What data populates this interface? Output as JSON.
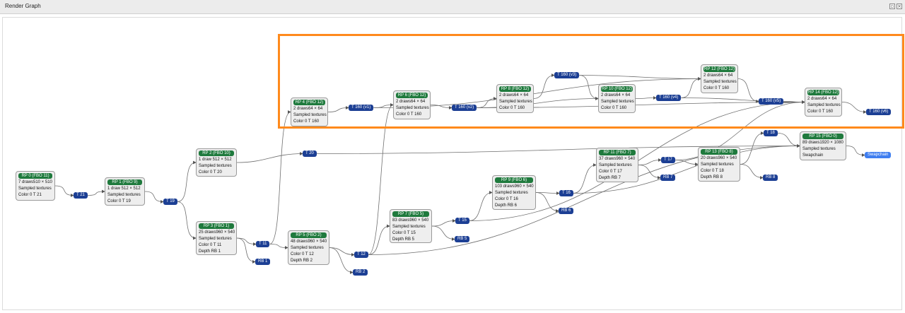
{
  "window": {
    "title": "Render Graph",
    "buttons": [
      "restore",
      "close"
    ]
  },
  "nodes": [
    {
      "id": "rp0",
      "header": "RP 0 (FBO 11)",
      "lines": [
        "7 draws510 × 510",
        "Sampled textures",
        "Color 0 T 21"
      ]
    },
    {
      "id": "rp1",
      "header": "RP 1 (FBO 9)",
      "lines": [
        "1 draw  512 × 512",
        "Sampled textures",
        "Color 0 T 19"
      ]
    },
    {
      "id": "rp2",
      "header": "RP 2 (FBO 10)",
      "lines": [
        "1 draw  512 × 512",
        "Sampled textures",
        "Color 0 T 20"
      ]
    },
    {
      "id": "rp3",
      "header": "RP 3 (FBO 1)",
      "lines": [
        "25 draws960 × 540",
        "Sampled textures",
        "Color 0    T 11",
        "Depth      RB 1"
      ]
    },
    {
      "id": "rp4",
      "header": "RP 4 (FBO 12)",
      "lines": [
        "2 draws64 × 64",
        "Sampled textures",
        "Color 0 T 160"
      ]
    },
    {
      "id": "rp5",
      "header": "RP 5 (FBO 2)",
      "lines": [
        "48 draws960 × 540",
        "Sampled textures",
        "Color 0    T 12",
        "Depth      RB 2"
      ]
    },
    {
      "id": "rp6",
      "header": "RP 6 (FBO 12)",
      "lines": [
        "2 draws64 × 64",
        "Sampled textures",
        "Color 0 T 160"
      ]
    },
    {
      "id": "rp7",
      "header": "RP 7 (FBO 5)",
      "lines": [
        "83 draws960 × 540",
        "Sampled textures",
        "Color 0    T 15",
        "Depth      RB 5"
      ]
    },
    {
      "id": "rp8",
      "header": "RP 8 (FBO 12)",
      "lines": [
        "2 draws64 × 64",
        "Sampled textures",
        "Color 0 T 160"
      ]
    },
    {
      "id": "rp9",
      "header": "RP 9 (FBO 6)",
      "lines": [
        "103 draws960 × 540",
        "Sampled textures",
        "Color 0    T 16",
        "Depth      RB 6"
      ]
    },
    {
      "id": "rp10",
      "header": "RP 10 (FBO 12)",
      "lines": [
        "2 draws64 × 64",
        "Sampled textures",
        "Color 0 T 160"
      ]
    },
    {
      "id": "rp11",
      "header": "RP 11 (FBO 7)",
      "lines": [
        "37 draws960 × 540",
        "Sampled textures",
        "Color 0    T 17",
        "Depth      RB 7"
      ]
    },
    {
      "id": "rp12",
      "header": "RP 12 (FBO 12)",
      "lines": [
        "2 draws64 × 64",
        "Sampled textures",
        "Color 0 T 160"
      ]
    },
    {
      "id": "rp13",
      "header": "RP 13 (FBO 8)",
      "lines": [
        "20 draws960 × 540",
        "Sampled textures",
        "Color 0    T 18",
        "Depth      RB 8"
      ]
    },
    {
      "id": "rp14",
      "header": "RP 14 (FBO 12)",
      "lines": [
        "2 draws64 × 64",
        "Sampled textures",
        "Color 0 T 160"
      ]
    },
    {
      "id": "rp15",
      "header": "RP 15 (FBO 0)",
      "lines": [
        "89 draws1920 × 1080",
        "Sampled textures",
        "Swapchain"
      ]
    }
  ],
  "textures": [
    {
      "id": "t21",
      "label": "T 21",
      "kind": "texture"
    },
    {
      "id": "t19",
      "label": "T 19",
      "kind": "texture"
    },
    {
      "id": "t20",
      "label": "T 20",
      "kind": "texture"
    },
    {
      "id": "t11",
      "label": "T 11",
      "kind": "texture"
    },
    {
      "id": "rb1",
      "label": "RB 1",
      "kind": "texture"
    },
    {
      "id": "t160v1",
      "label": "T 160 (v1)",
      "kind": "texture"
    },
    {
      "id": "t12",
      "label": "T 12",
      "kind": "texture"
    },
    {
      "id": "rb2",
      "label": "RB 2",
      "kind": "texture"
    },
    {
      "id": "t160v2",
      "label": "T 160 (v2)",
      "kind": "texture"
    },
    {
      "id": "t15",
      "label": "T 15",
      "kind": "texture"
    },
    {
      "id": "rb5",
      "label": "RB 5",
      "kind": "texture"
    },
    {
      "id": "t160v3",
      "label": "T 160 (v3)",
      "kind": "texture"
    },
    {
      "id": "t16",
      "label": "T 16",
      "kind": "texture"
    },
    {
      "id": "rb6",
      "label": "RB 6",
      "kind": "texture"
    },
    {
      "id": "t160v4",
      "label": "T 160 (v4)",
      "kind": "texture"
    },
    {
      "id": "t17",
      "label": "T 17",
      "kind": "texture"
    },
    {
      "id": "rb7",
      "label": "RB 7",
      "kind": "texture"
    },
    {
      "id": "t160v5",
      "label": "T 160 (v5)",
      "kind": "texture"
    },
    {
      "id": "t18",
      "label": "T 18",
      "kind": "texture"
    },
    {
      "id": "rb8",
      "label": "RB 8",
      "kind": "texture"
    },
    {
      "id": "t160v6",
      "label": "T 160 (v6)",
      "kind": "texture"
    },
    {
      "id": "swapchain",
      "label": "Swapchain",
      "kind": "swapchain"
    }
  ],
  "edges": [
    [
      "rp0",
      "t21"
    ],
    [
      "t21",
      "rp1"
    ],
    [
      "rp1",
      "t19"
    ],
    [
      "t19",
      "rp2"
    ],
    [
      "t19",
      "rp3"
    ],
    [
      "rp2",
      "t20"
    ],
    [
      "t20",
      "rp15"
    ],
    [
      "rp3",
      "t11"
    ],
    [
      "rp3",
      "rb1"
    ],
    [
      "t11",
      "rp5"
    ],
    [
      "t11",
      "rp4"
    ],
    [
      "rp4",
      "t160v1"
    ],
    [
      "t160v1",
      "rp6"
    ],
    [
      "rp5",
      "t12"
    ],
    [
      "rp5",
      "rb2"
    ],
    [
      "t12",
      "rp7"
    ],
    [
      "t12",
      "rp6"
    ],
    [
      "rp6",
      "t160v2"
    ],
    [
      "t160v2",
      "rp8"
    ],
    [
      "t160v2",
      "rp10"
    ],
    [
      "rp7",
      "t15"
    ],
    [
      "rp7",
      "rb5"
    ],
    [
      "t15",
      "rp9"
    ],
    [
      "rp8",
      "t160v3"
    ],
    [
      "t160v3",
      "rp10"
    ],
    [
      "t160v3",
      "rp12"
    ],
    [
      "rp9",
      "t16"
    ],
    [
      "rp9",
      "rb6"
    ],
    [
      "t16",
      "rp11"
    ],
    [
      "rp10",
      "t160v4"
    ],
    [
      "t160v4",
      "rp12"
    ],
    [
      "t160v4",
      "rp14"
    ],
    [
      "rp11",
      "t17"
    ],
    [
      "rp11",
      "rb7"
    ],
    [
      "t17",
      "rp13"
    ],
    [
      "rp12",
      "t160v5"
    ],
    [
      "t160v5",
      "rp14"
    ],
    [
      "rp13",
      "t18"
    ],
    [
      "rp13",
      "rb8"
    ],
    [
      "t18",
      "rp15"
    ],
    [
      "rp14",
      "t160v6"
    ],
    [
      "rp15",
      "swapchain"
    ],
    [
      "t160v1",
      "rp12"
    ],
    [
      "t160v2",
      "rp14"
    ],
    [
      "t16",
      "rp15"
    ],
    [
      "t12",
      "rp15"
    ],
    [
      "t15",
      "rp14"
    ],
    [
      "t17",
      "rp14"
    ]
  ],
  "highlight": {
    "color": "#ff8a1c"
  }
}
